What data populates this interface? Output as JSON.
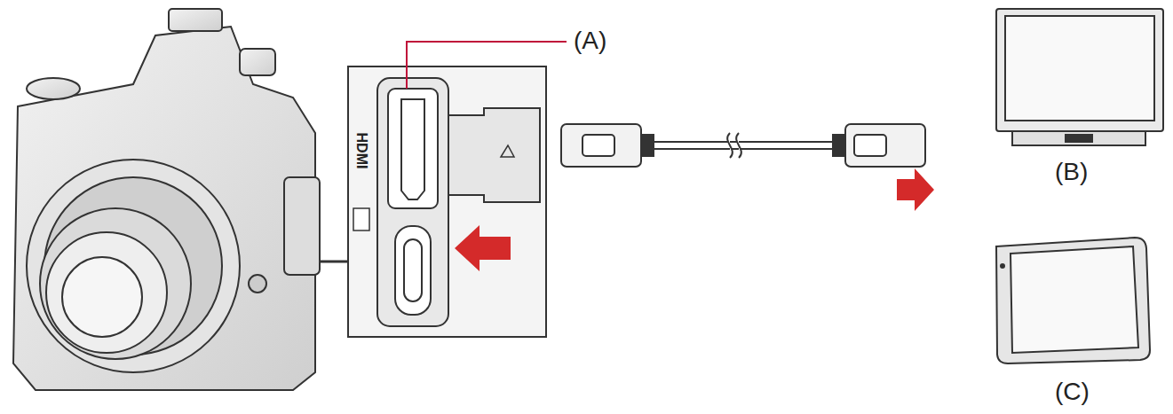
{
  "diagram": {
    "labels": [
      "(A)",
      "HDMI",
      "(B)",
      "(C)"
    ]
  }
}
